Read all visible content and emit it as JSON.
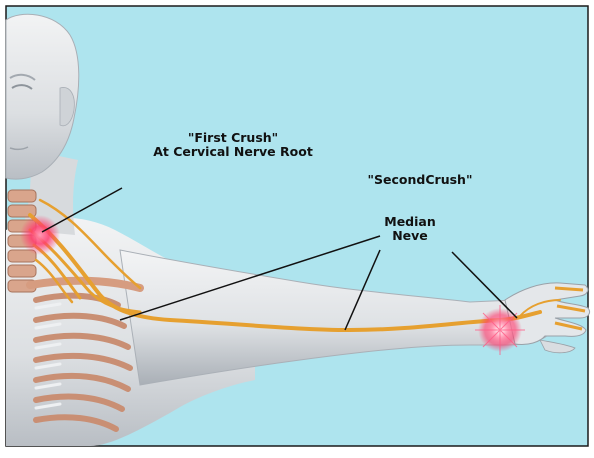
{
  "labels": {
    "first_crush_line1": "\"First Crush\"",
    "first_crush_line2": "At Cervical Nerve Root",
    "second_crush": "\"SecondCrush\"",
    "median_line1": "Median",
    "median_line2": "Neve"
  },
  "colors": {
    "background": "#aee4ee",
    "skin": "#e6e8ea",
    "skin_shade": "#bfc4c9",
    "nerve": "#e6a030",
    "crush_glow": "#ff3c6e",
    "spine": "#d9a58c",
    "leader_line": "#111111"
  }
}
